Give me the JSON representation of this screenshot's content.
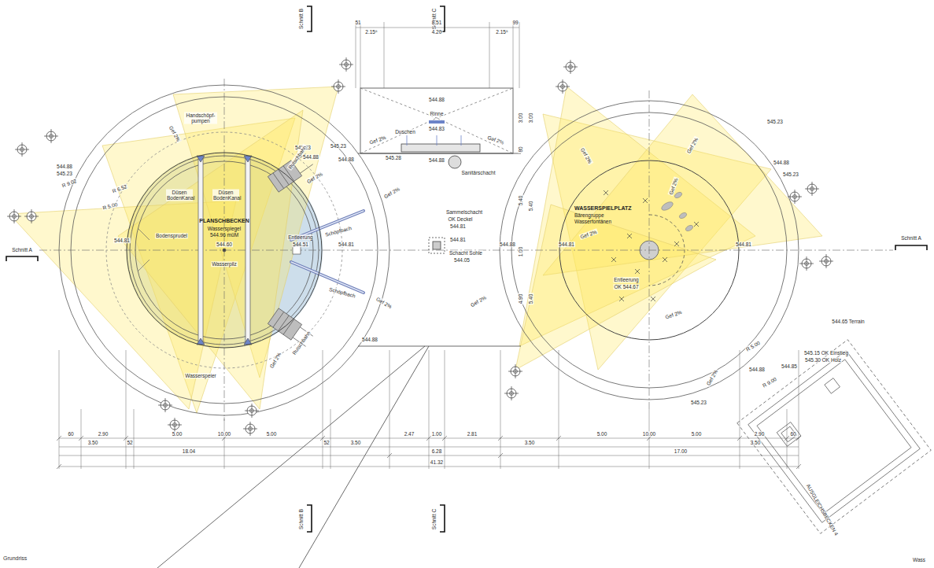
{
  "diagram": {
    "title": "Grundriss",
    "nodes": [
      {
        "text": [
          "PLANSCHBECKEN",
          "Wasserspiegel 544.96 müM"
        ]
      },
      {
        "text": [
          "WASSERSPIELPLATZ",
          "Bärengruppe Wasserfontänen"
        ]
      }
    ],
    "labels": [
      "Schnitt B",
      "Schnitt C",
      "51",
      "8.51",
      "99",
      "2.15⁵",
      "4.20",
      "2.15⁵",
      "544.88",
      "Rinne",
      "544.83",
      "Duschen",
      "Gef 2%",
      "Gef 2%",
      "545.28",
      "544.88",
      "3.00",
      "3.00",
      "80",
      "Sanitärschacht",
      "545.23",
      "544.88",
      "Gef 2%",
      "Gef 2%",
      "Sammelschacht",
      "OK Deckel",
      "544.81",
      "544.81",
      "Schacht Sohle",
      "544.05",
      "544.88",
      "5.40",
      "5.40",
      "1.00",
      "4.90",
      "5.40",
      "Gef 2%",
      "Gef 2%",
      "544.88",
      "Handschöpf- pumpen",
      "Gef 2%",
      "544.88",
      "545.23",
      "R 9.02",
      "R 6.52",
      "R 5.00",
      "545.23",
      "544.88",
      "Rutschbahn",
      "Düsen BodenKanal",
      "Düsen BodenKanal",
      "Bodensprudel",
      "544.81",
      "544.60",
      "Entleerung",
      "544.51",
      "544.81",
      "Schöpfbach",
      "Schöpfbach",
      "Wasserpilz",
      "Rutschbahn",
      "Wasserspeier",
      "Gef 2%",
      "Schnitt A",
      "Schnitt A",
      "Gef 2%",
      "545.23",
      "Gef 2%",
      "544.88",
      "545.23",
      "Gef 2%",
      "Gef 2%",
      "544.81",
      "544.81",
      "Entleerung",
      "OK 544.67",
      "Gef 2%",
      "R 5.00",
      "544.88",
      "544.85",
      "R 9.00",
      "Gef 2%",
      "545.23",
      "544.65 Terrain",
      "545.15 OK Einstieg",
      "545.30 OK Holz",
      "AUSGLEICHSBECKEN 4",
      "60",
      "2.90",
      "5.00",
      "10.00",
      "5.00",
      "2.47",
      "1.00",
      "2.81",
      "5.00",
      "10.00",
      "5.00",
      "2.90",
      "60",
      "3.50",
      "52",
      "52",
      "3.50",
      "3.50",
      "3.50",
      "18.04",
      "6.28",
      "17.00",
      "41.32",
      "Schnitt B",
      "Schnitt C",
      "Wass"
    ]
  }
}
